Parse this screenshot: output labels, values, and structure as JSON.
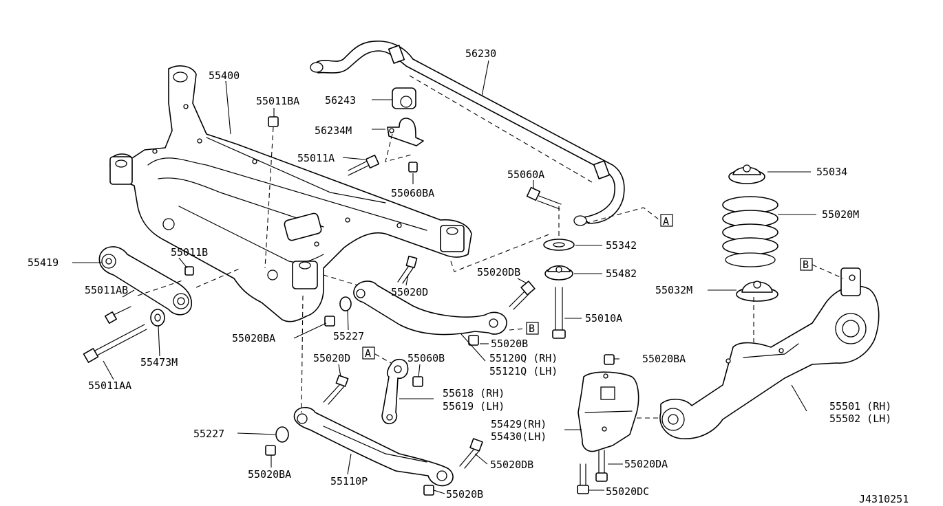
{
  "diagram_id": "J4310251",
  "labels": {
    "p55400": "55400",
    "p55011BA": "55011BA",
    "p56243": "56243",
    "p56234M": "56234M",
    "p55011A": "55011A",
    "p55060BA": "55060BA",
    "p56230": "56230",
    "p55060A": "55060A",
    "refA1": "A",
    "p55034": "55034",
    "p55020M": "55020M",
    "p55342": "55342",
    "p55482": "55482",
    "p55419": "55419",
    "p55011B": "55011B",
    "p55011AB": "55011AB",
    "p55020DB_1": "55020DB",
    "p55020D_1": "55020D",
    "p55010A": "55010A",
    "refB1": "B",
    "p55032M": "55032M",
    "p55020BA_1": "55020BA",
    "p55227_1": "55227",
    "p55020B_1": "55020B",
    "p55473M": "55473M",
    "p55011AA": "55011AA",
    "p55020D_2": "55020D",
    "refA2": "A",
    "p55060B": "55060B",
    "p55120Q": "55120Q (RH)",
    "p55121Q": "55121Q (LH)",
    "p55020BA_2": "55020BA",
    "refB2": "B",
    "p55618": "55618 (RH)",
    "p55619": "55619 (LH)",
    "p55501": "55501 (RH)",
    "p55502": "55502 (LH)",
    "p55429": "55429(RH)",
    "p55430": "55430(LH)",
    "p55227_2": "55227",
    "p55020DB_2": "55020DB",
    "p55020DA": "55020DA",
    "p55020BA_3": "55020BA",
    "p55110P": "55110P",
    "p55020B_2": "55020B",
    "p55020DC": "55020DC"
  }
}
